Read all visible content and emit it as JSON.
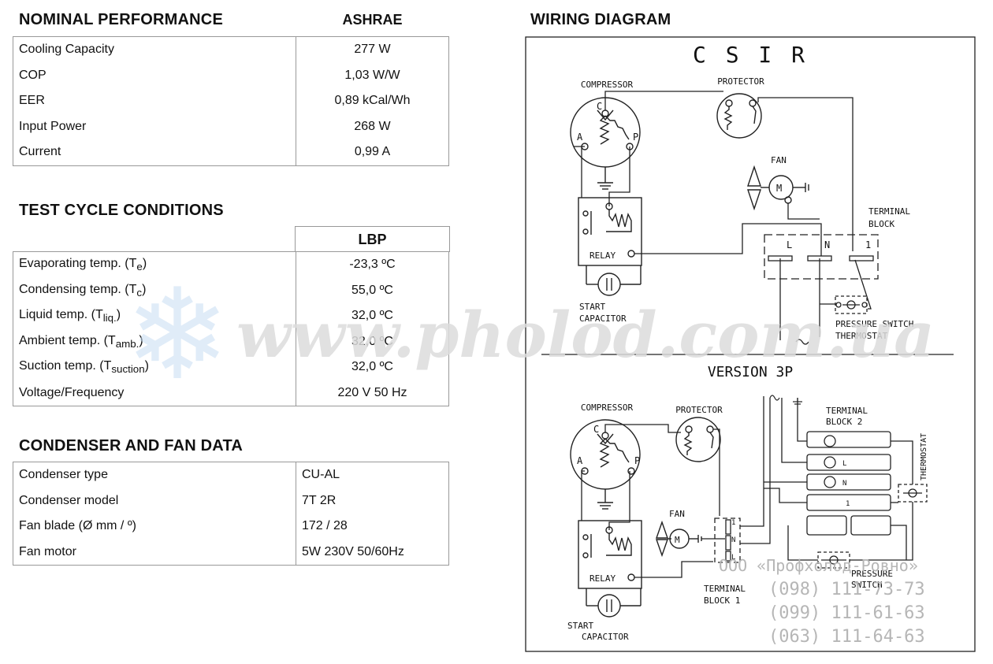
{
  "nominal": {
    "title": "NOMINAL PERFORMANCE",
    "column": "ASHRAE",
    "rows": [
      {
        "label": "Cooling Capacity",
        "value": "277 W"
      },
      {
        "label": "COP",
        "value": "1,03 W/W"
      },
      {
        "label": "EER",
        "value": "0,89 kCal/Wh"
      },
      {
        "label": "Input Power",
        "value": "268 W"
      },
      {
        "label": "Current",
        "value": "0,99 A"
      }
    ]
  },
  "test_cycle": {
    "title": "TEST CYCLE CONDITIONS",
    "column": "LBP",
    "rows": [
      {
        "label": "Evaporating temp. (T",
        "sub": "e",
        "close": ")",
        "value": "-23,3 ºC"
      },
      {
        "label": "Condensing temp. (T",
        "sub": "c",
        "close": ")",
        "value": "55,0 ºC"
      },
      {
        "label": "Liquid temp. (T",
        "sub": "liq.",
        "close": ")",
        "value": "32,0 ºC"
      },
      {
        "label": "Ambient temp. (T",
        "sub": "amb.",
        "close": ")",
        "value": "32,0 ºC"
      },
      {
        "label": "Suction temp. (T",
        "sub": "suction",
        "close": ")",
        "value": "32,0 ºC"
      },
      {
        "label": "Voltage/Frequency",
        "sub": "",
        "close": "",
        "value": "220 V 50 Hz"
      }
    ]
  },
  "condenser": {
    "title": "CONDENSER AND FAN DATA",
    "rows": [
      {
        "label": "Condenser type",
        "value": "CU-AL"
      },
      {
        "label": "Condenser model",
        "value": "7T 2R"
      },
      {
        "label": "Fan blade (Ø mm / º)",
        "value": "172 / 28"
      },
      {
        "label": "Fan motor",
        "value": "5W 230V 50/60Hz"
      }
    ]
  },
  "wiring": {
    "title": "WIRING DIAGRAM",
    "type": "C S I R",
    "version": "VERSION 3P",
    "top": {
      "compressor": "COMPRESSOR",
      "protector": "PROTECTOR",
      "fan": "FAN",
      "terminal_block": [
        "TERMINAL",
        "BLOCK"
      ],
      "relay": "RELAY",
      "start_capacitor": [
        "START",
        "CAPACITOR"
      ],
      "pressure_switch": "PRESSURE SWITCH",
      "thermostat": "THERMOSTAT",
      "pin_c": "C",
      "pin_a": "A",
      "pin_p": "P",
      "pin_l": "L",
      "pin_n": "N",
      "pin_1": "1",
      "fan_m": "M"
    },
    "bottom": {
      "compressor": "COMPRESSOR",
      "protector": "PROTECTOR",
      "fan": "FAN",
      "terminal_block2": [
        "TERMINAL",
        "BLOCK 2"
      ],
      "terminal_block1": [
        "TERMINAL",
        "BLOCK 1"
      ],
      "relay": "RELAY",
      "start": "START",
      "capacitor": "CAPACITOR",
      "pressure_switch": [
        "PRESSURE",
        "SWITCH"
      ],
      "thermostat": "THERMOSTAT",
      "pin_c": "C",
      "pin_a": "A",
      "pin_p": "P",
      "tb2_l": "L",
      "tb2_n": "N",
      "tb2_1": "1",
      "tb1_1": "1",
      "tb1_n": "N",
      "tb1_l": "L",
      "fan_m": "M"
    }
  },
  "watermark": {
    "site": "www.pholod.com.ua",
    "company": "ООО «Профхолод-Ровно»",
    "phones": [
      "(098) 111-73-73",
      "(099) 111-61-63",
      "(063) 111-64-63"
    ]
  }
}
